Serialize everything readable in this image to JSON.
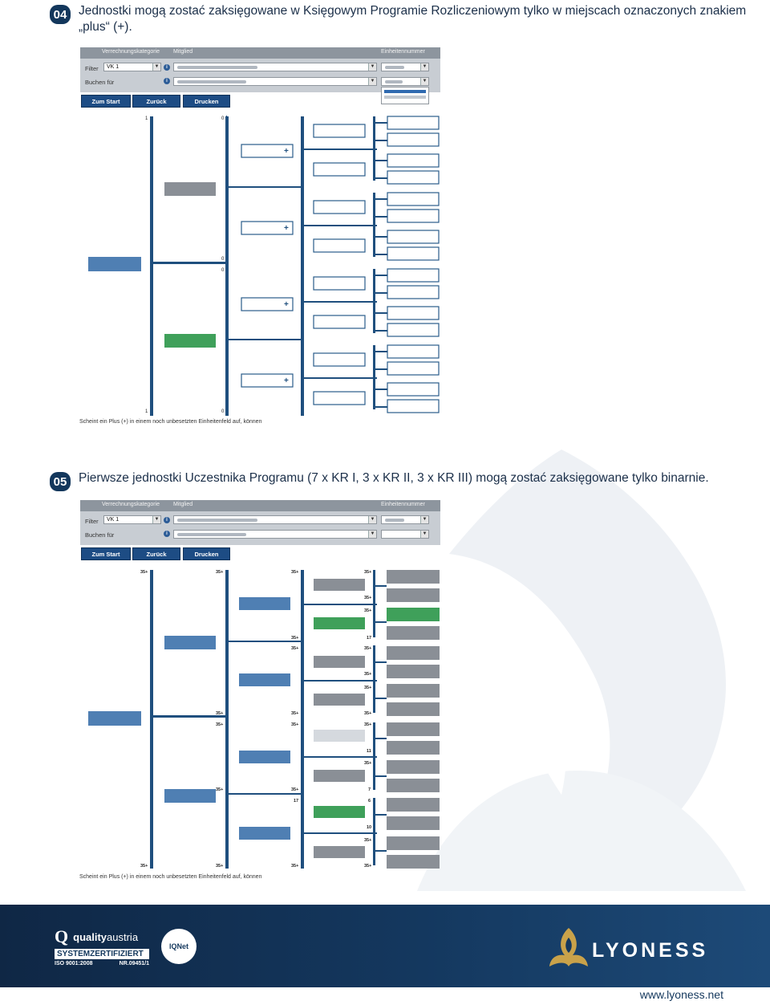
{
  "step04": {
    "number": "04",
    "text": "Jednostki mogą zostać zaksięgowane w Księgowym Programie Rozliczeniowym tylko w miejscach oznaczonych znakiem „plus“ (+)."
  },
  "step05": {
    "number": "05",
    "text": "Pierwsze jednostki Uczestnika Programu (7 x KR I, 3 x KR II, 3 x KR III) mogą zostać zaksięgowane tylko binarnie."
  },
  "panel": {
    "col_category": "Verrechnungskategorie",
    "col_member": "Mitglied",
    "col_units": "Einheitennummer",
    "filter_label": "Filter",
    "book_for_label": "Buchen für",
    "filter_value": "VK 1",
    "info_icon": "i"
  },
  "buttons": {
    "start": "Zum Start",
    "back": "Zurück",
    "print": "Drucken"
  },
  "tree1": {
    "counts": [
      "1",
      "0",
      "0",
      "0",
      "1",
      "0"
    ],
    "plus": "+"
  },
  "tree2": {
    "labels": [
      "35+",
      "35+",
      "35+",
      "35+",
      "35+",
      "35+",
      "35+",
      "17",
      "35+",
      "35+",
      "35+",
      "35+",
      "35+",
      "35+",
      "35+",
      "35+",
      "35+",
      "35+",
      "11",
      "35+",
      "35+",
      "7",
      "17",
      "6",
      "10",
      "35+",
      "35+",
      "35+",
      "35+",
      "35+",
      "35+"
    ]
  },
  "note": "Scheint ein Plus (+) in einem noch unbesetzten Einheitenfeld auf, können",
  "footer": {
    "qa_letter": "Q",
    "qa_name_bold": "quality",
    "qa_name": "austria",
    "qa_certified": "SYSTEMZERTIFIZIERT",
    "qa_iso": "ISO 9001:2008",
    "qa_nr": "NR.09451/1",
    "iqnet": "IQNet",
    "brand": "LYONESS",
    "url": "www.lyoness.net"
  },
  "colors": {
    "navy": "#13375c",
    "line_blue": "#1f4f7e",
    "button_blue": "#1d4c84",
    "green_highlight": "#2e9b46",
    "gold": "#c9a24a"
  }
}
